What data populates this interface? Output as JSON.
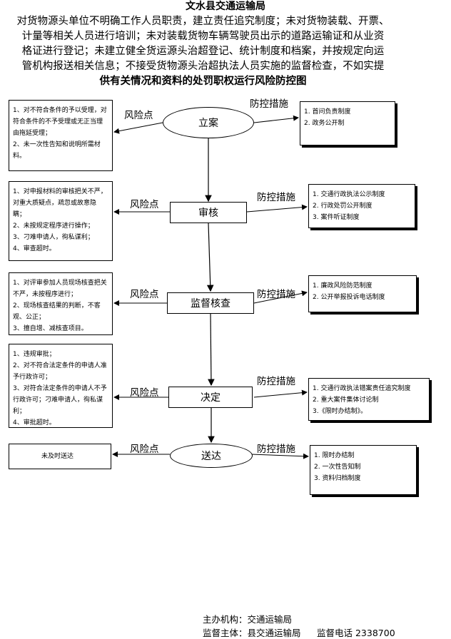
{
  "title": "文水县交通运输局",
  "subtitle_lines": [
    "对货物源头单位不明确工作人员职责，建立责任追究制度；未对货物装载、开票、",
    "计量等相关人员进行培训；未对装载货物车辆驾驶员出示的道路运输证和从业资",
    "格证进行登记；未建立健全货运源头治超登记、统计制度和档案，并按规定向运",
    "管机构报送相关信息；不接受货物源头治超执法人员实施的监督检查，不如实提",
    "供有关情况和资料的处罚职权运行风险防控图"
  ],
  "labels": {
    "risk": "风险点",
    "control": "防控措施"
  },
  "steps": [
    {
      "name": "立案",
      "risks": [
        "1、对不符合条件的予以受理，对符合条件的不予受理或无正当理由拖延受理；",
        "2、未一次性告知和说明所需材料。"
      ],
      "controls": [
        "1. 首问负责制度",
        "2. 政务公开制"
      ]
    },
    {
      "name": "审核",
      "risks": [
        "1、对申报材料的审核把关不严，对重大质疑点，疏忽或故意隐瞒；",
        "2、未按规定程序进行操作；",
        "3、刁难申请人，徇私谋利；",
        "4、审查超时。"
      ],
      "controls": [
        "1. 交通行政执法公示制度",
        "2. 行政处罚公开制度",
        "3. 案件听证制度"
      ]
    },
    {
      "name": "监督核查",
      "risks": [
        "1、对评审参加人员现场核查把关不严，未按程序进行；",
        "2、现场核查结果的判断，不客观、公正；",
        "3、擅自增、减核查项目。"
      ],
      "controls": [
        "1. 廉政风险防范制度",
        "2. 公开举报投诉电话制度"
      ]
    },
    {
      "name": "决定",
      "risks": [
        "1、违规审批；",
        "2、对不符合法定条件的申请人准予行政许可；",
        "3、对符合法定条件的申请人不予行政许可；刁难申请人，徇私谋利；",
        "4、审批超时。"
      ],
      "controls": [
        "1. 交通行政执法错案责任追究制度",
        "2. 重大案件集体讨论制",
        "3.《限时办结制》。"
      ]
    },
    {
      "name": "送达",
      "risks": [
        "未及时送达"
      ],
      "controls": [
        "1. 限时办结制",
        "2. 一次性告知制",
        "3. 资料归档制度"
      ]
    }
  ],
  "footer": {
    "org": "主办机构：交通运输局",
    "supervisor": "监督主体：县交通运输局",
    "phone": "监督电话  2338700"
  }
}
